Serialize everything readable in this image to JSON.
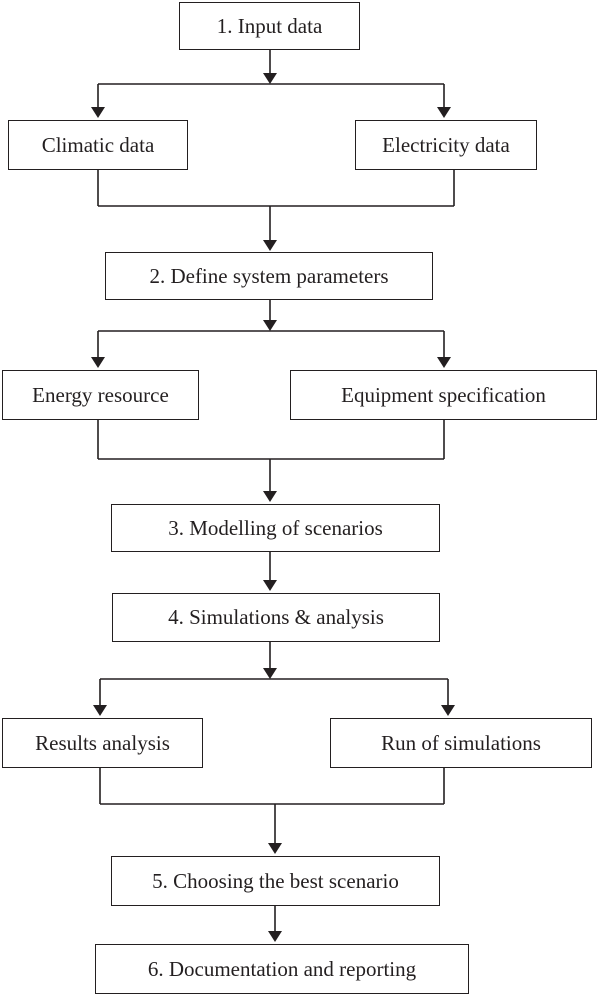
{
  "steps": {
    "input_data": "1. Input data",
    "climatic_data": "Climatic data",
    "electricity_data": "Electricity data",
    "define_parameters": "2. Define system parameters",
    "energy_resource": "Energy resource",
    "equipment_specification": "Equipment specification",
    "modelling": "3. Modelling of scenarios",
    "simulations": "4. Simulations & analysis",
    "results_analysis": "Results analysis",
    "run_simulations": "Run of simulations",
    "choosing_best": "5. Choosing the best scenario",
    "documentation": "6. Documentation and reporting"
  },
  "colors": {
    "stroke": "#231f20",
    "background": "#ffffff"
  }
}
